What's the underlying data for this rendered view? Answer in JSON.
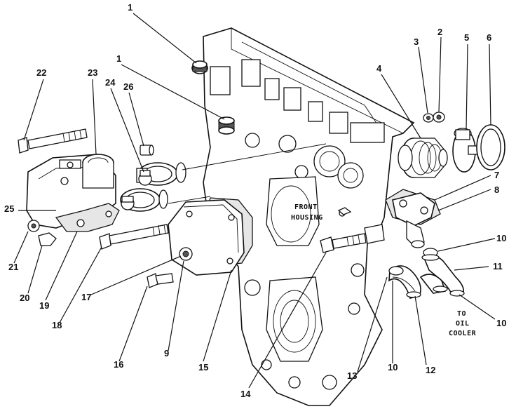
{
  "housing_label": [
    "FRONT",
    "HOUSING"
  ],
  "destination_label": [
    "TO",
    "OIL",
    "COOLER"
  ],
  "callouts": [
    "1",
    "1",
    "2",
    "3",
    "4",
    "5",
    "6",
    "7",
    "8",
    "9",
    "10",
    "10",
    "10",
    "11",
    "12",
    "13",
    "14",
    "15",
    "16",
    "17",
    "18",
    "19",
    "20",
    "21",
    "22",
    "23",
    "24",
    "25",
    "26"
  ]
}
